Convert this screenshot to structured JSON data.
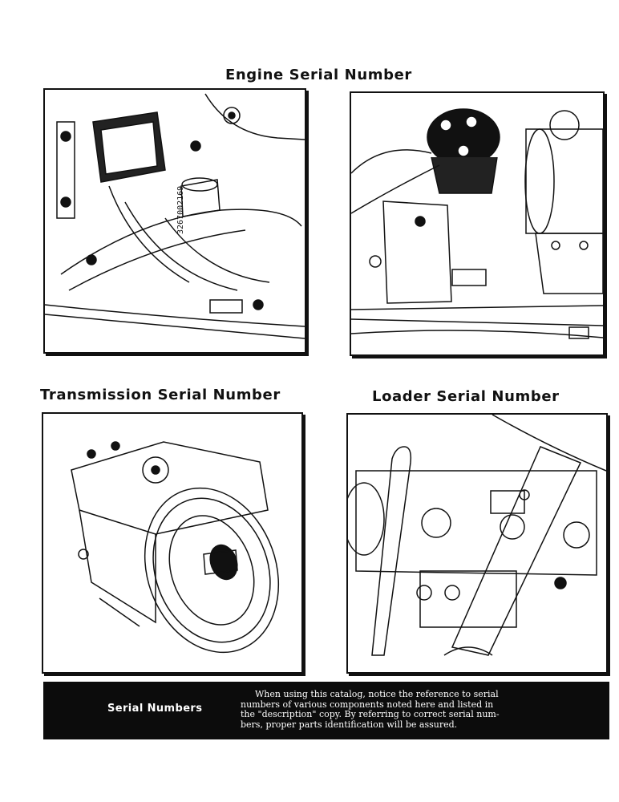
{
  "headings": {
    "engine": "Engine Serial Number",
    "transmission": "Transmission Serial Number",
    "loader": "Loader Serial Number"
  },
  "engine_serial_plate": "3267002169",
  "footer": {
    "title": "Serial Numbers",
    "lines": [
      "When using this catalog, notice the reference to serial",
      "numbers of various components noted here and listed  in",
      "the \"description\" copy. By referring to correct serial  num-",
      "bers, proper parts identification will be assured."
    ]
  }
}
